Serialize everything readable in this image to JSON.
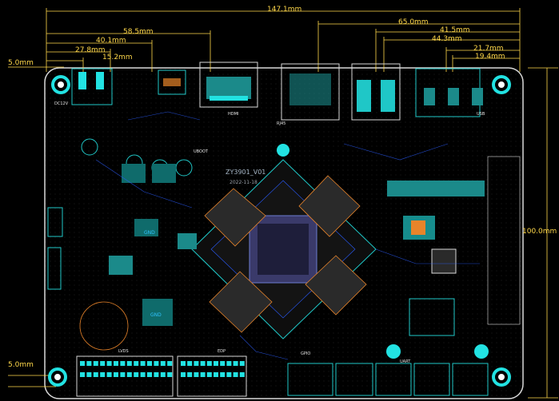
{
  "colors": {
    "background": "#000000",
    "board_outline": "#d9d9d9",
    "copper_cyan": "#1fc7c7",
    "pad_cyan": "#22e2e2",
    "component_teal": "#1b8a8a",
    "trace_blue": "#2a5cff",
    "silkscreen": "#e6e6e6",
    "dimension": "#ffd84a",
    "ic_orange": "#e8842a",
    "ic_body_teal": "#0f6b6b"
  },
  "board": {
    "name": "ZY3901_V01",
    "date": "2022-11-18"
  },
  "dimensions": {
    "total_width": "147.1mm",
    "d_58_5": "58.5mm",
    "d_40_1": "40.1mm",
    "d_27_8": "27.8mm",
    "d_15_2": "15.2mm",
    "d_65_0": "65.0mm",
    "d_41_5": "41.5mm",
    "d_44_3": "44.3mm",
    "d_21_7": "21.7mm",
    "d_19_4": "19.4mm",
    "left_offset": "5.0mm",
    "bottom_offset": "5.0mm",
    "height": "100.0mm"
  },
  "labels": {
    "dc12v": "DC12V",
    "hdmi": "HDMI",
    "rj45": "RJ45",
    "lvds": "LVDS",
    "edp": "EDP",
    "gpio": "GPIO",
    "uart": "UART",
    "ubot": "UBOOT",
    "gnd": "GND",
    "usb": "USB"
  }
}
